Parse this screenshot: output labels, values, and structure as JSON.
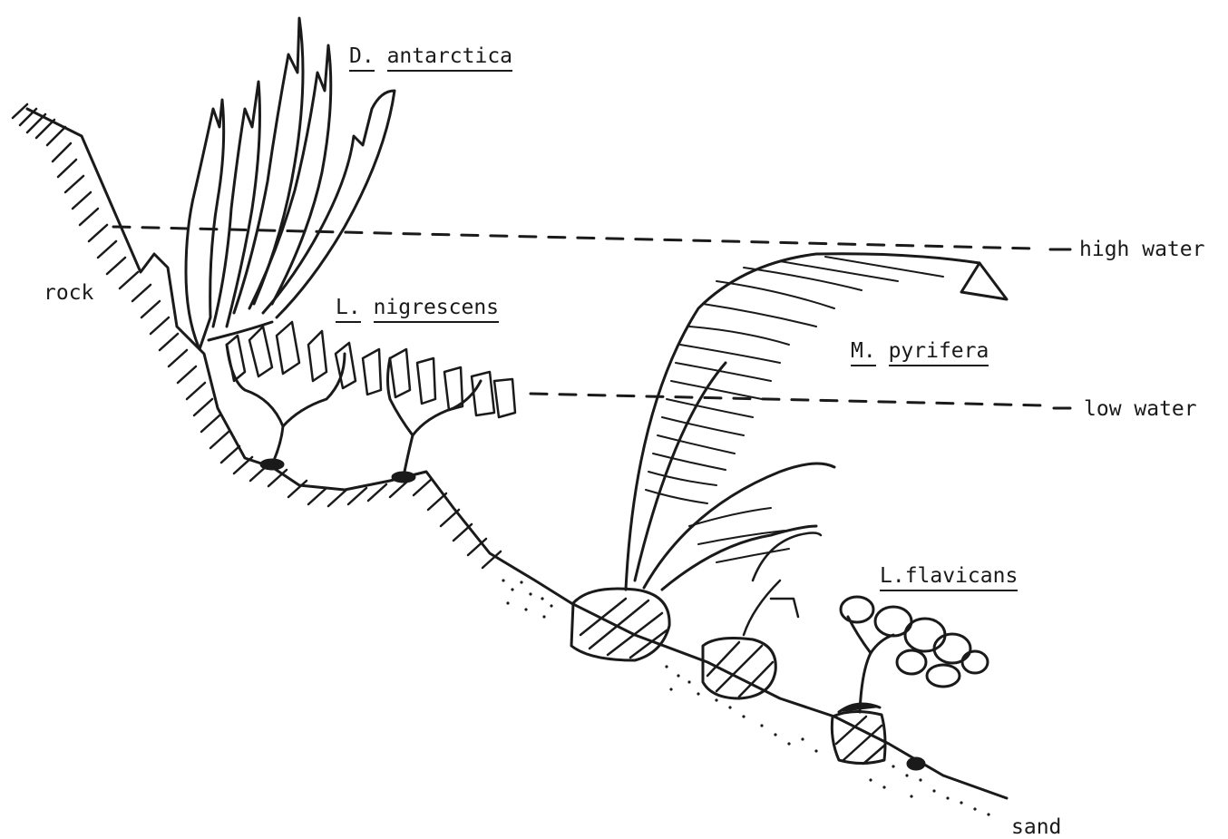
{
  "labels": {
    "d_antarctica": {
      "genus": "D.",
      "epithet": "antarctica"
    },
    "l_nigrescens": {
      "genus": "L.",
      "epithet": "nigrescens"
    },
    "m_pyrifera": {
      "genus": "M.",
      "epithet": "pyrifera"
    },
    "l_flavicans": "L.flavicans",
    "high_water": "high water",
    "low_water": "low water",
    "rock": "rock",
    "sand": "sand"
  },
  "colors": {
    "ink": "#1a1a1a",
    "paper": "#ffffff"
  }
}
